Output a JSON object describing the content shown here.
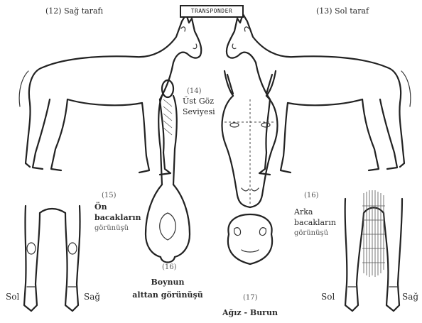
{
  "badge": "TRANSPONDER",
  "labels": {
    "right_side": "(12) Sağ tarafı",
    "left_side": "(13) Sol taraf",
    "top_num": "(14)",
    "top_line1": "Üst Göz",
    "top_line2": "Seviyesi",
    "front_num": "(15)",
    "front_line1": "Ön",
    "front_line2": "bacakların",
    "front_line3": "görünüşü",
    "hind_num": "(16)",
    "hind_line1": "Arka",
    "hind_line2": "bacakların",
    "hind_line3": "görünüşü",
    "neck_num": "(16)",
    "neck_line1": "Boynun",
    "neck_line2": "alttan görünüşü",
    "muzzle_num": "(17)",
    "muzzle_line1": "Ağız - Burun",
    "front_sol": "Sol",
    "front_sag": "Sağ",
    "hind_sol": "Sol",
    "hind_sag": "Sağ"
  }
}
